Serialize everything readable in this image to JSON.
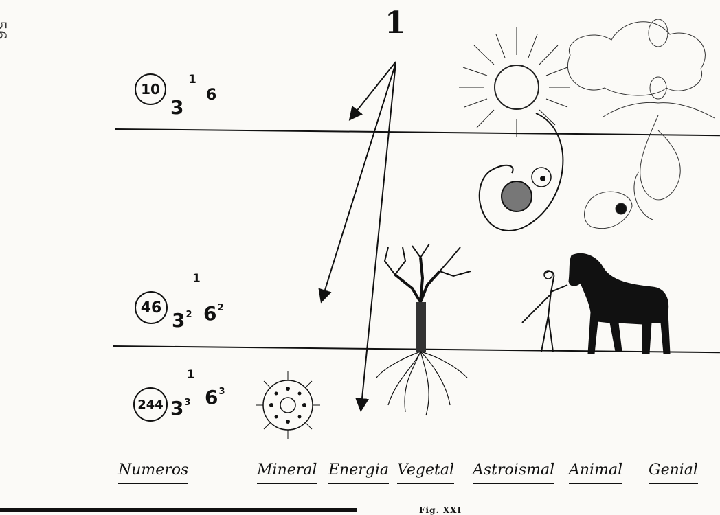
{
  "page_number": "56",
  "apex_number": "1",
  "rows": [
    {
      "circled": "10",
      "one": "1",
      "three": "3",
      "three_exp": "",
      "six": "6",
      "six_exp": ""
    },
    {
      "circled": "46",
      "one": "1",
      "three": "3",
      "three_exp": "2",
      "six": "6",
      "six_exp": "2"
    },
    {
      "circled": "244",
      "one": "1",
      "three": "3",
      "three_exp": "3",
      "six": "6",
      "six_exp": "3"
    }
  ],
  "columns": {
    "numeros": "Numeros",
    "mineral": "Mineral",
    "energia": "Energia",
    "vegetal": "Vegetal",
    "astral": "Astroismal",
    "animal": "Animal",
    "genial": "Genial"
  },
  "figure_label": "Fig. XXI",
  "illustrations": [
    "sun-drawing",
    "spiral-drawing",
    "winged-figure-drawing",
    "tree-drawing",
    "horse-and-man-drawing",
    "mineral-wheel-drawing"
  ]
}
